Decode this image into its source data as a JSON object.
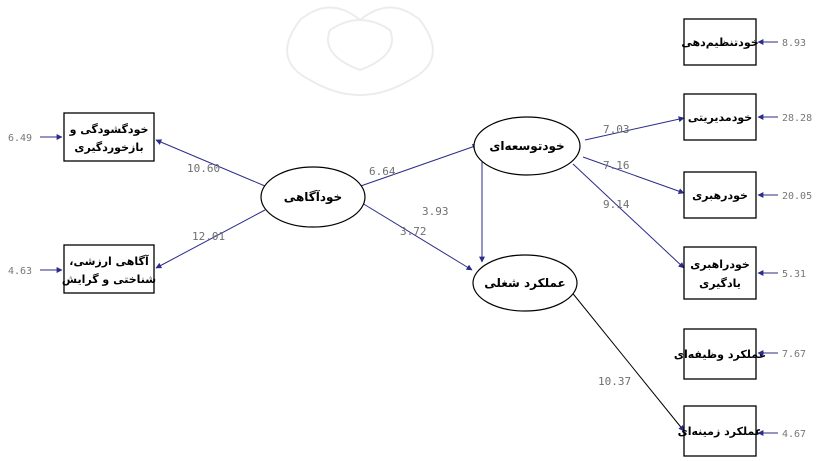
{
  "latents": {
    "self_awareness": "خودآگاهی",
    "self_development": "خودتوسعه‌ای",
    "job_performance": "عملکرد شغلی"
  },
  "indicators": {
    "self_disclosure_line1": "خودگشودگی و",
    "self_disclosure_line2": "بازخوردگیری",
    "value_awareness_line1": "آگاهی ارزشی،",
    "value_awareness_line2": "شناختی و گرایش",
    "self_regulation": "خودتنظیم‌دهی",
    "self_management": "خودمدیریتی",
    "self_leadership": "خودرهبری",
    "self_learning_line1": "خودراهبری",
    "self_learning_line2": "یادگیری",
    "task_performance": "عملکرد وظیفه‌ای",
    "contextual_performance": "عملکرد زمینه‌ای"
  },
  "coefficients": {
    "aw_to_disclosure": "10.60",
    "aw_to_value": "12.01",
    "aw_to_dev": "6.64",
    "aw_to_perf": "3.72",
    "dev_to_perf": "3.93",
    "dev_to_mgmt": "7.03",
    "dev_to_lead": "7.16",
    "dev_to_learn": "9.14",
    "perf_to_context": "10.37"
  },
  "errors": {
    "disclosure": "6.49",
    "value": "4.63",
    "regulation": "8.93",
    "management": "28.28",
    "leadership": "20.05",
    "learning": "5.31",
    "task": "7.67",
    "context": "4.67"
  },
  "colors": {
    "arrow": "#2b2b8a",
    "path": "#000000",
    "box": "#000000"
  }
}
